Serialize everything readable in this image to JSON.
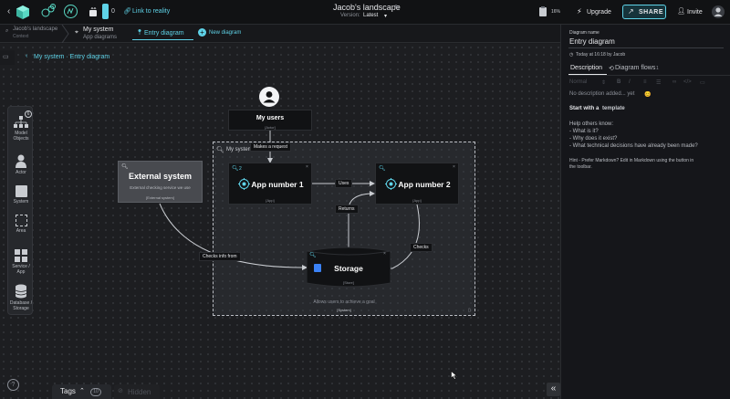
{
  "topbar": {
    "notifications_badge": "0",
    "counter": "0",
    "link_label": "Link to reality",
    "title": "Jacob's landscape",
    "version_label": "Version:",
    "version_value": "Latest",
    "score": "16%",
    "upgrade_label": "Upgrade",
    "share_label": "SHARE",
    "invite_label": "Invite"
  },
  "subbar": {
    "landscape_name": "Jacob's landscape",
    "landscape_sub": "Context",
    "system_name": "My system",
    "system_sub": "App diagrams",
    "tab_active": "Entry diagram",
    "new_diagram": "New diagram"
  },
  "breadcrumb": {
    "label": "My system · Entry diagram"
  },
  "toolbar": {
    "badge": "6",
    "items": [
      {
        "label": "Model Objects"
      },
      {
        "label": "Actor"
      },
      {
        "label": "System"
      },
      {
        "label": "Area"
      },
      {
        "label": "Service / App"
      },
      {
        "label": "Database / Storage"
      }
    ]
  },
  "diagram": {
    "group_label": "My system",
    "group_footer_desc": "Allows users to achieve a goal",
    "group_footer_tag": "[System]",
    "nodes": {
      "users": {
        "title": "My users",
        "tag": "[Actor]"
      },
      "external": {
        "title": "External system",
        "desc": "External checking service we use",
        "tag": "[External system]"
      },
      "app1": {
        "title": "App number 1",
        "tag": "[App]",
        "badge": "2"
      },
      "app2": {
        "title": "App number 2",
        "tag": "[App]"
      },
      "storage": {
        "title": "Storage",
        "tag": "[Store]"
      }
    },
    "edges": {
      "request": "Makes a request",
      "uses": "Uses",
      "returns": "Returns",
      "checks": "Checks",
      "checks_info": "Checks info from"
    }
  },
  "bottom": {
    "help": "?",
    "tags_label": "Tags",
    "tags_count": "10",
    "hidden_label": "Hidden"
  },
  "panel": {
    "name_label": "Diagram name",
    "name_value": "Entry diagram",
    "meta": "Today at 16:18 by Jacob",
    "tab_description": "Description",
    "tab_flows": "Diagram flows",
    "tab_flows_count": "1",
    "format_normal": "Normal",
    "no_description": "No description added... yet",
    "template_prefix": "Start with a",
    "template_link": "template",
    "help_title": "Help others know:",
    "help_lines": [
      "- What is it?",
      "- Why does it exist?",
      "- What technical decisions have already been made?"
    ],
    "hint_line1": "Hint - Prefer Markdown? Edit in Markdown using the button in",
    "hint_line2": "the toolbar."
  },
  "colors": {
    "accent": "#5fd3e8",
    "green": "#59d9c4",
    "share_bg": "#2a8aa0"
  }
}
